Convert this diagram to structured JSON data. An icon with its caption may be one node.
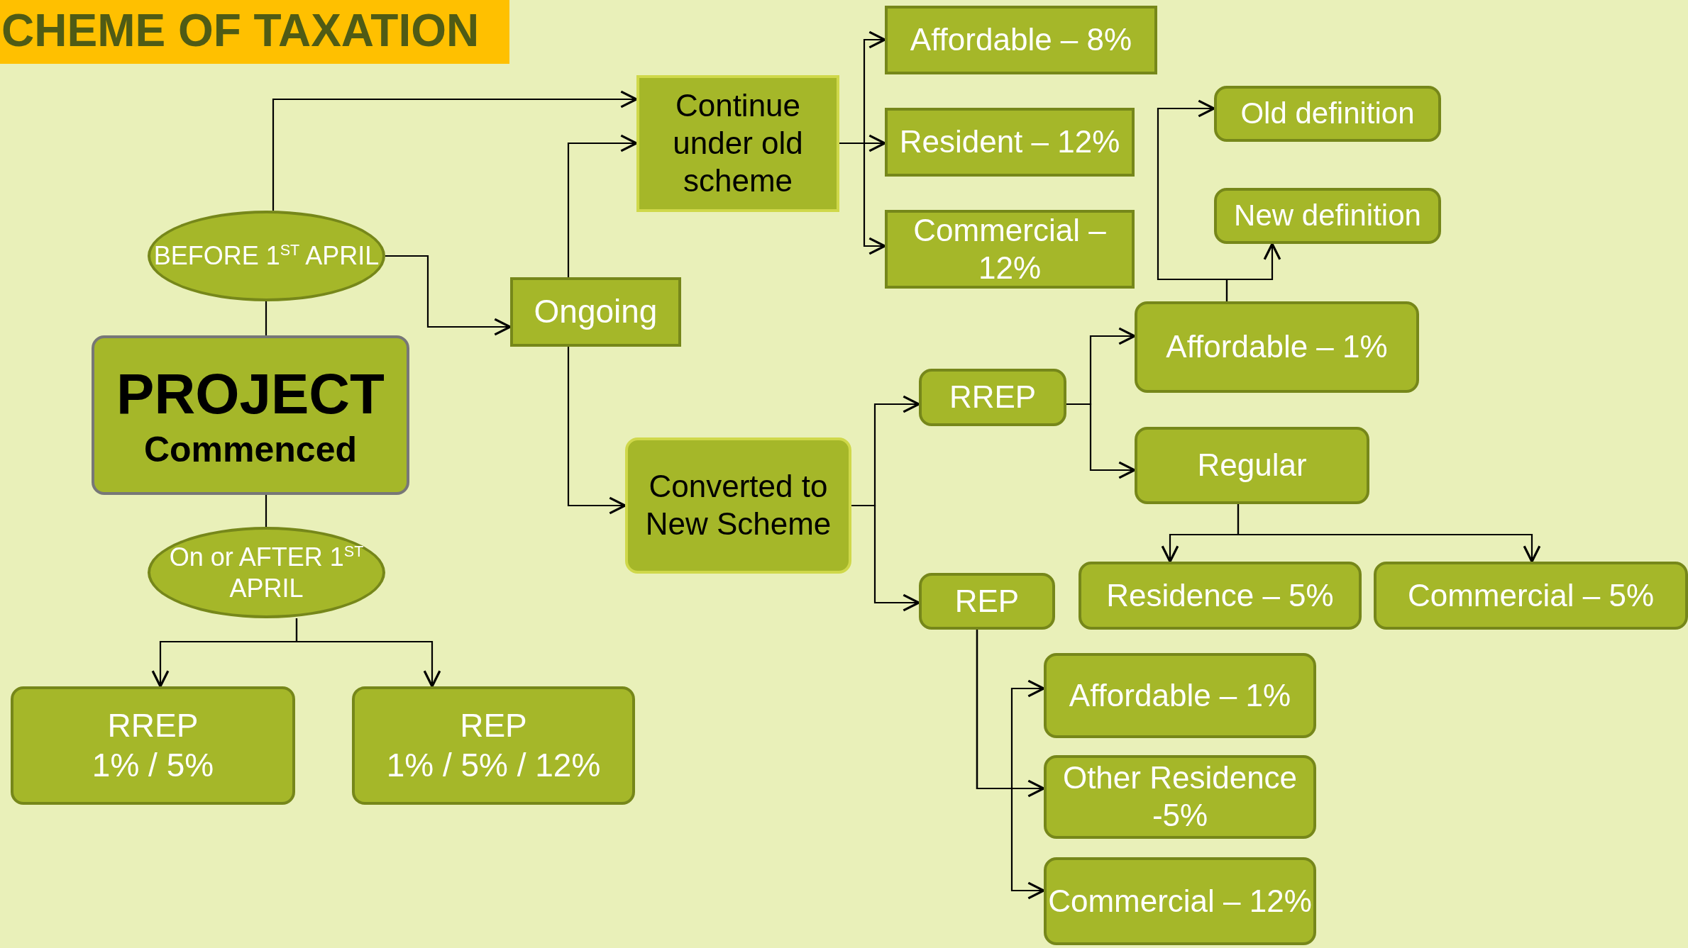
{
  "diagram": {
    "title": "CHEME OF TAXATION",
    "nodes": [
      {
        "text": [
          "PROJECT",
          "Commenced"
        ]
      },
      {
        "text": [
          "BEFORE 1$^{ST}$ APRIL"
        ]
      },
      {
        "text": [
          "On or AFTER 1$^{ST}$ APRIL"
        ]
      },
      {
        "text": [
          "RREP",
          "1% / 5%"
        ]
      },
      {
        "text": [
          "REP",
          "1% / 5% / 12%"
        ]
      },
      {
        "text": [
          "Ongoing"
        ]
      },
      {
        "text": [
          "Continue under old scheme"
        ]
      },
      {
        "text": [
          "Converted to New Scheme"
        ]
      },
      {
        "text": [
          "Affordable – 8%"
        ]
      },
      {
        "text": [
          "Resident – 12%"
        ]
      },
      {
        "text": [
          "Commercial – 12%"
        ]
      },
      {
        "text": [
          "Old definition"
        ]
      },
      {
        "text": [
          "New definition"
        ]
      },
      {
        "text": [
          "Affordable – 1%"
        ]
      },
      {
        "text": [
          "RREP"
        ]
      },
      {
        "text": [
          "Regular"
        ]
      },
      {
        "text": [
          "REP"
        ]
      },
      {
        "text": [
          "Residence – 5%"
        ]
      },
      {
        "text": [
          "Commercial – 5%"
        ]
      },
      {
        "text": [
          "Affordable – 1%"
        ]
      },
      {
        "text": [
          "Other Residence -5%"
        ]
      },
      {
        "text": [
          "Commercial – 12%"
        ]
      }
    ],
    "edges": [
      {
        "from": 1,
        "to": 6,
        "arrow": "to"
      },
      {
        "from": 1,
        "to": 5,
        "arrow": "to"
      },
      {
        "from": 1,
        "to": 0,
        "arrow": "none"
      },
      {
        "from": 0,
        "to": 2,
        "arrow": "none"
      },
      {
        "from": 2,
        "to": 3,
        "arrow": "to"
      },
      {
        "from": 2,
        "to": 4,
        "arrow": "to"
      },
      {
        "from": 5,
        "to": 6,
        "arrow": "to"
      },
      {
        "from": 5,
        "to": 7,
        "arrow": "to"
      },
      {
        "from": 6,
        "to": 8,
        "arrow": "to"
      },
      {
        "from": 6,
        "to": 9,
        "arrow": "to"
      },
      {
        "from": 6,
        "to": 10,
        "arrow": "to"
      },
      {
        "from": 7,
        "to": 14,
        "arrow": "to"
      },
      {
        "from": 7,
        "to": 16,
        "arrow": "to"
      },
      {
        "from": 14,
        "to": 13,
        "arrow": "to"
      },
      {
        "from": 14,
        "to": 15,
        "arrow": "to"
      },
      {
        "from": 13,
        "to": 11,
        "arrow": "to"
      },
      {
        "from": 13,
        "to": 12,
        "arrow": "to"
      },
      {
        "from": 15,
        "to": 17,
        "arrow": "to"
      },
      {
        "from": 15,
        "to": 18,
        "arrow": "to"
      },
      {
        "from": 16,
        "to": 19,
        "arrow": "to"
      },
      {
        "from": 16,
        "to": 20,
        "arrow": "to"
      },
      {
        "from": 16,
        "to": 21,
        "arrow": "to"
      }
    ]
  }
}
